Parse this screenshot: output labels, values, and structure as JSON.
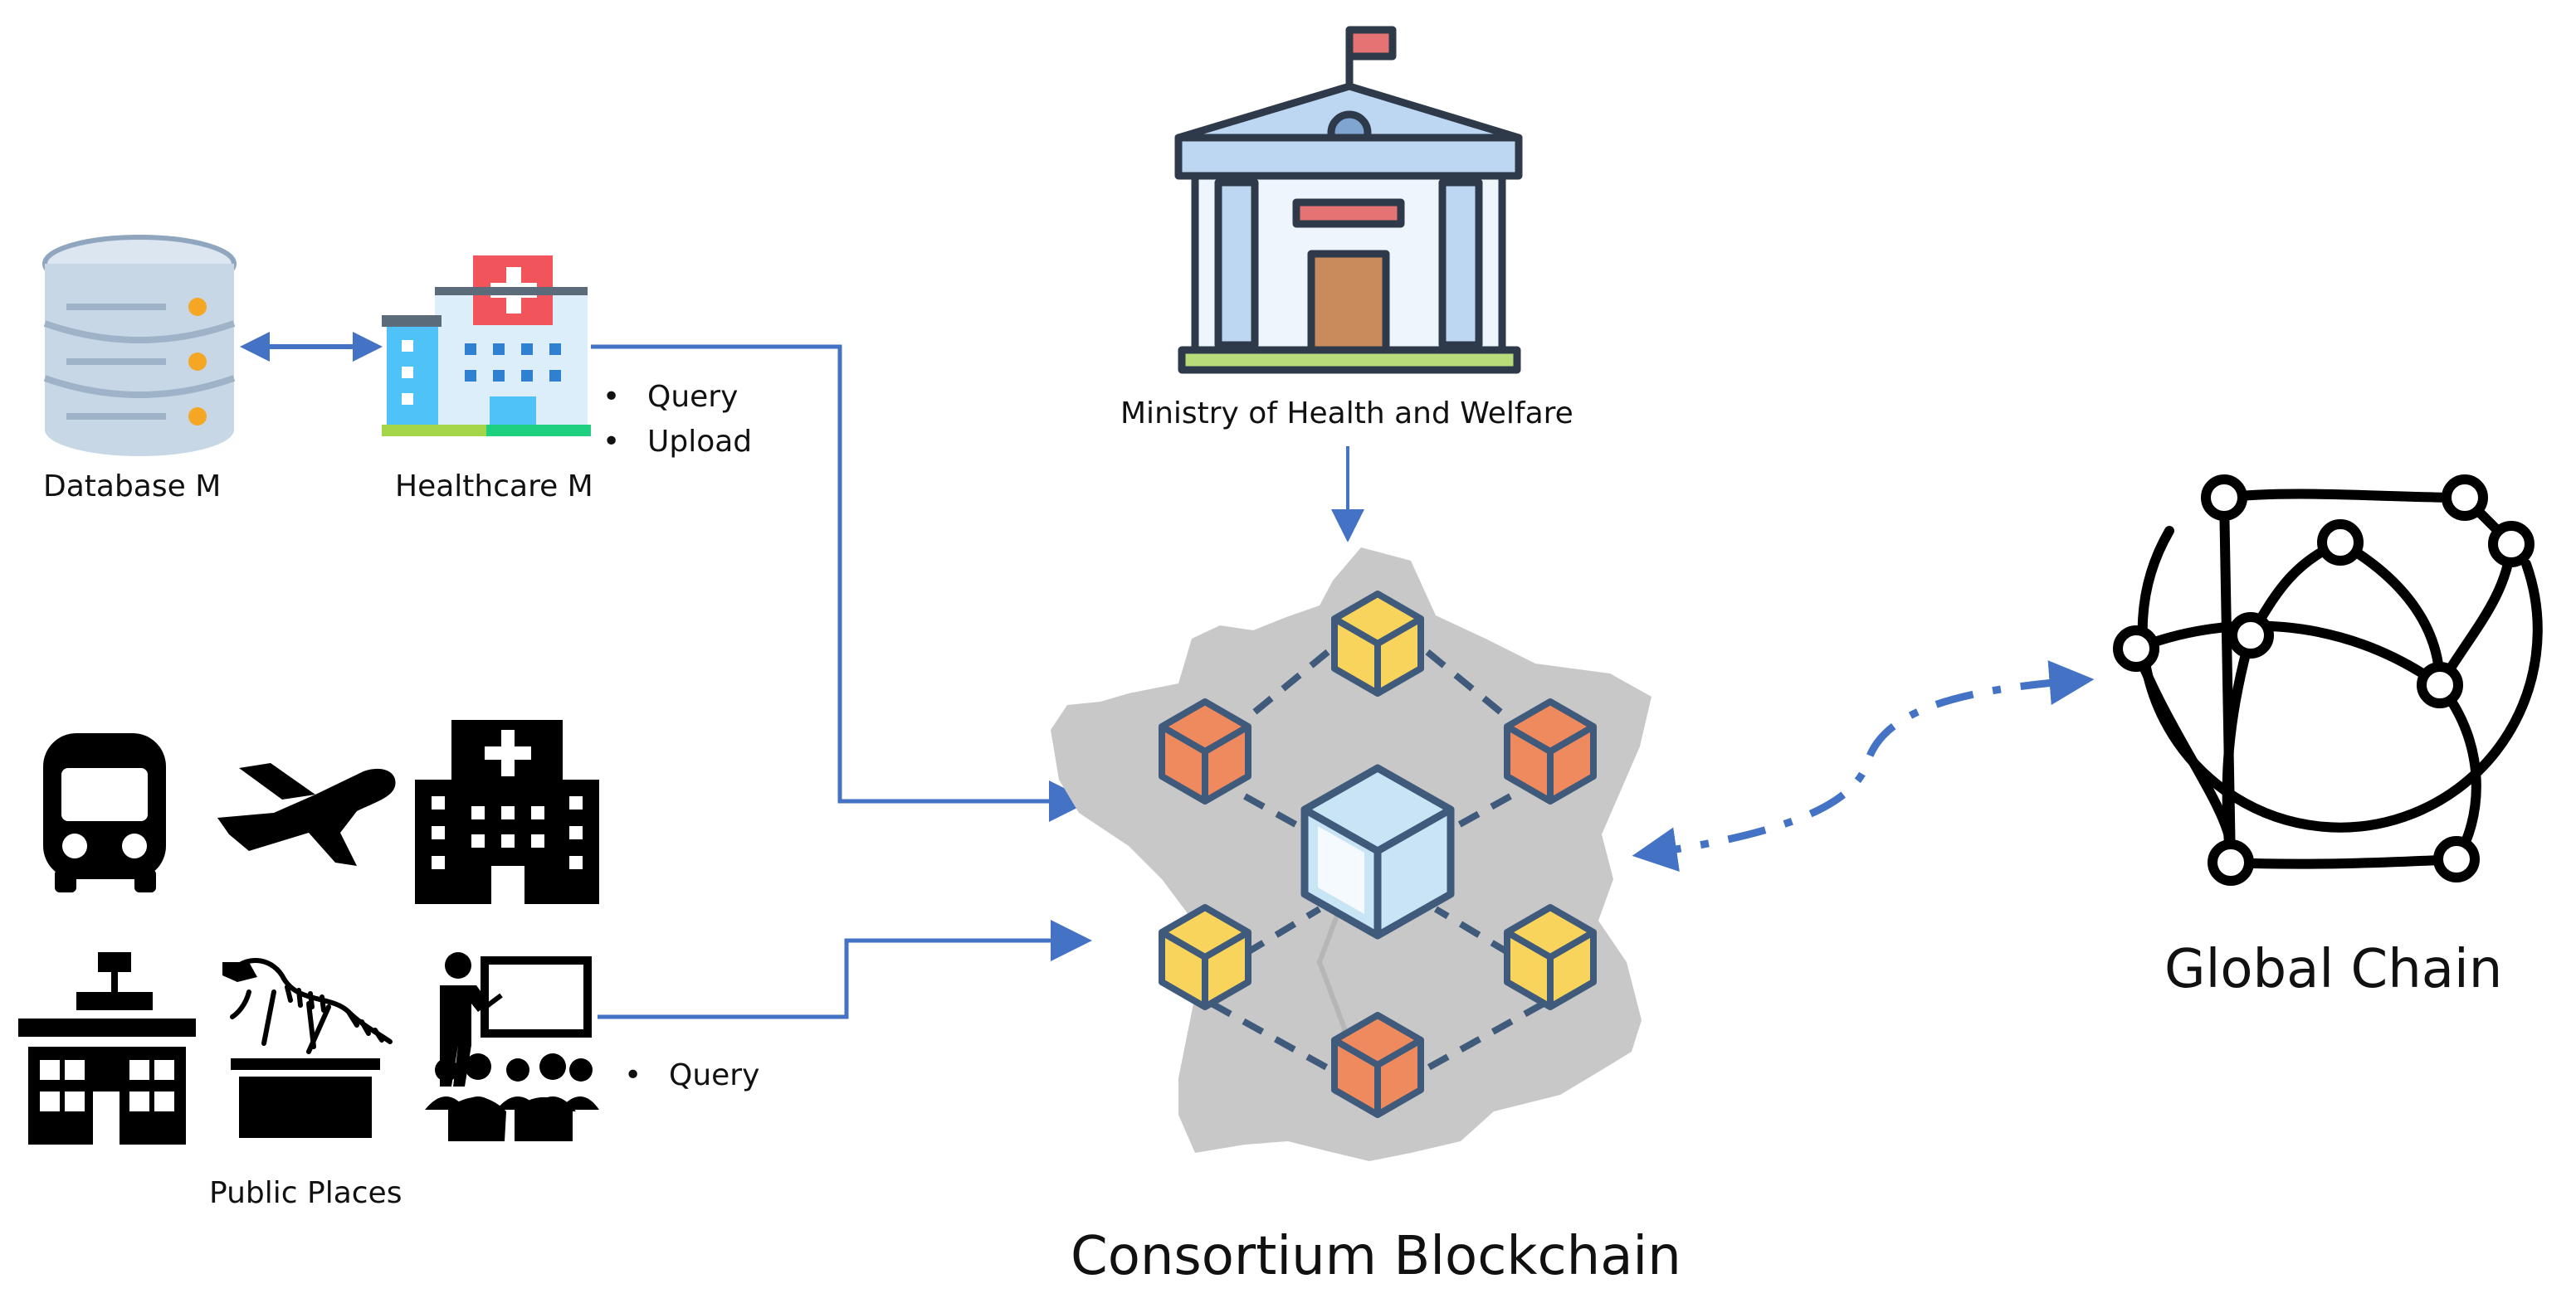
{
  "labels": {
    "database": "Database M",
    "healthcare": "Healthcare M",
    "ministry": "Ministry of Health and Welfare",
    "public_places": "Public Places",
    "consortium": "Consortium Blockchain",
    "global_chain": "Global Chain"
  },
  "healthcare_actions": [
    "Query",
    "Upload"
  ],
  "public_actions": [
    "Query"
  ],
  "colors": {
    "arrow": "#4472C4",
    "map": "#C8C8C8",
    "cube_outline": "#3F5A7A",
    "cube_yellow": "#F9D45C",
    "cube_orange": "#EE8A5E",
    "cube_center": "#C9E4F4",
    "database": "#C8D7E6",
    "database_dot": "#F5A623",
    "hospital_blue": "#4FC3F7",
    "hospital_red": "#F2545B",
    "ministry_roof": "#BDD7F2",
    "ministry_door": "#C98B5B",
    "ministry_flag": "#E57373",
    "icons_black": "#000000"
  },
  "icons": [
    "database-icon",
    "hospital-building-icon",
    "ministry-building-icon",
    "train-icon",
    "airplane-icon",
    "hospital-icon",
    "government-building-icon",
    "dinosaur-museum-icon",
    "classroom-icon",
    "blockchain-network-icon",
    "globe-network-icon"
  ]
}
